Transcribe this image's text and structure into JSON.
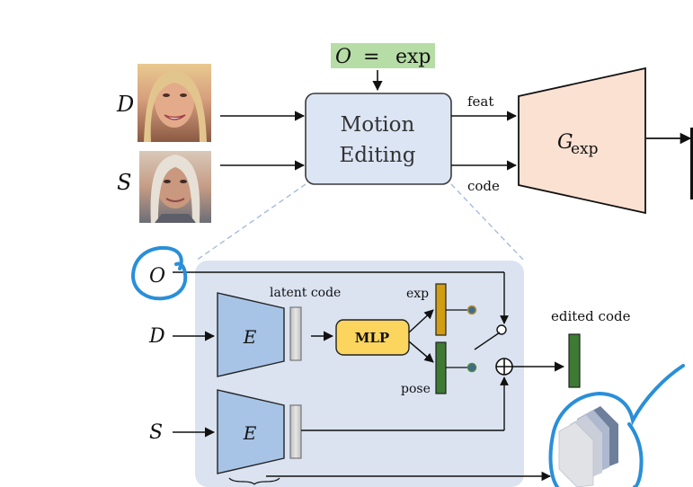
{
  "top": {
    "condition": {
      "var": "O",
      "eq": "=",
      "val": "exp"
    },
    "inputs": {
      "d_label": "D",
      "s_label": "S"
    },
    "motion_editing": {
      "line1": "Motion",
      "line2": "Editing"
    },
    "outputs": {
      "feat": "feat",
      "code": "code"
    },
    "generator": {
      "base": "G",
      "sub": "exp"
    }
  },
  "detail": {
    "o_label": "O",
    "d_label": "D",
    "s_label": "S",
    "encoder_label": "E",
    "latent_code": "latent code",
    "mlp": "MLP",
    "exp": "exp",
    "pose": "pose",
    "edited_code": "edited code",
    "plus": "+"
  },
  "colors": {
    "motion_box": "#dce5f4",
    "panel": "#dbe3f1",
    "encoder": "#a7c4e6",
    "mlp": "#fcd55f",
    "exp_bar": "#d19d12",
    "pose_bar": "#3e7a33",
    "generator": "#fbe1d2",
    "highlight": "#b6dda5",
    "annotation": "#2a8fd8"
  }
}
